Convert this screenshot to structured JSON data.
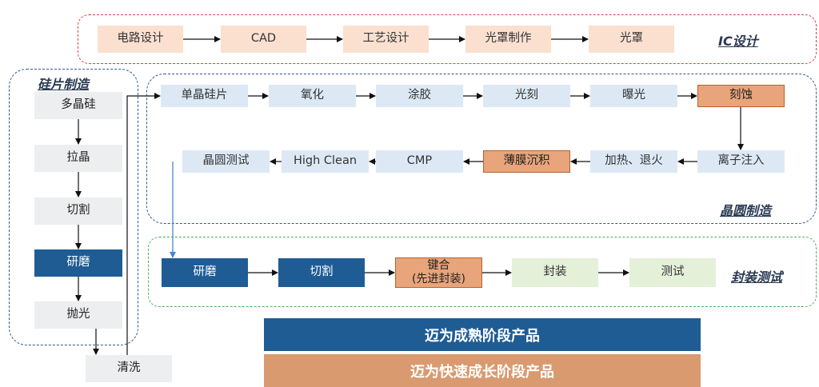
{
  "groups": {
    "ic": "IC设计",
    "silicon": "硅片制造",
    "wafer": "晶圆制造",
    "packaging": "封装测试"
  },
  "ic_design": [
    "电路设计",
    "CAD",
    "工艺设计",
    "光罩制作",
    "光罩"
  ],
  "silicon_wafer": [
    "多晶硅",
    "拉晶",
    "切割",
    "研磨",
    "抛光",
    "清洗"
  ],
  "wafer_row1": [
    "单晶硅片",
    "氧化",
    "涂胶",
    "光刻",
    "曝光",
    "刻蚀"
  ],
  "wafer_row2": [
    "离子注入",
    "加热、退火",
    "薄膜沉积",
    "CMP",
    "High Clean",
    "晶圆测试"
  ],
  "packaging": {
    "grind": "研磨",
    "dice": "切割",
    "bond": "键合",
    "bond_note": "(先进封装)",
    "package": "封装",
    "test": "测试"
  },
  "legend": {
    "mature": "迈为成熟阶段产品",
    "growth": "迈为快速成长阶段产品"
  },
  "colors": {
    "mature": "#1f5c94",
    "growth": "#e8a47b",
    "ic_border": "#d9403b",
    "wafer_border": "#2c5b8f",
    "pack_border": "#4cae52"
  }
}
